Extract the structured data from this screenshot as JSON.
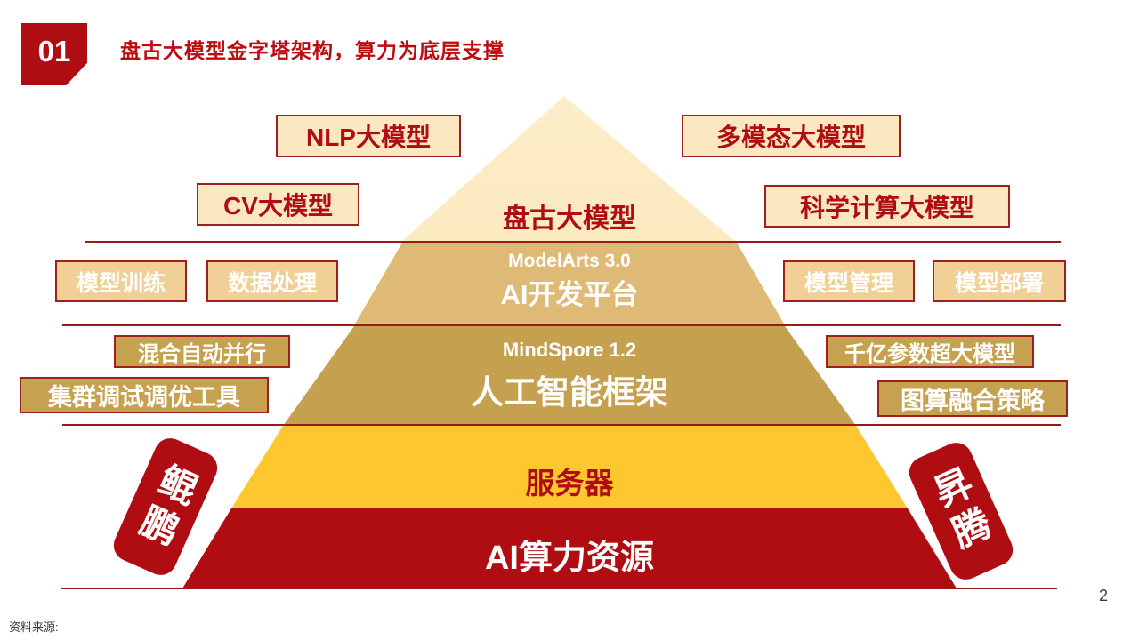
{
  "header": {
    "section_number": "01",
    "title": "盘古大模型金字塔架构，算力为底层支撑"
  },
  "pyramid": {
    "layer1": {
      "title": "盘古大模型"
    },
    "layer2": {
      "subtitle": "ModelArts 3.0",
      "title": "AI开发平台"
    },
    "layer3": {
      "subtitle": "MindSpore 1.2",
      "title": "人工智能框架"
    },
    "layer4": {
      "title": "服务器"
    },
    "layer5": {
      "title": "AI算力资源"
    }
  },
  "side_labels": {
    "nlp": "NLP大模型",
    "multimodal": "多模态大模型",
    "cv": "CV大模型",
    "sci": "科学计算大模型",
    "train": "模型训练",
    "data": "数据处理",
    "manage": "模型管理",
    "deploy": "模型部署",
    "parallel": "混合自动并行",
    "cluster": "集群调试调优工具",
    "params": "千亿参数超大模型",
    "fusion": "图算融合策略"
  },
  "stamps": {
    "left": "鲲鹏",
    "right": "昇腾"
  },
  "footer": {
    "source": "资料来源:",
    "page": "2"
  },
  "colors": {
    "accent_red": "#B00D12",
    "title_red": "#BE0B10",
    "line_red": "#9A1A1A",
    "layer1_cream": "#FAE5B2",
    "layer2_tan": "#DFBA77",
    "layer3_gold": "#C5A04F",
    "layer4_yellow": "#FDC72F",
    "layer5_red": "#B00D12",
    "row1_box_bg": "#FBE8C1",
    "row2_box_bg": "#F0D097",
    "row3_box_bg": "#C6A14F"
  }
}
